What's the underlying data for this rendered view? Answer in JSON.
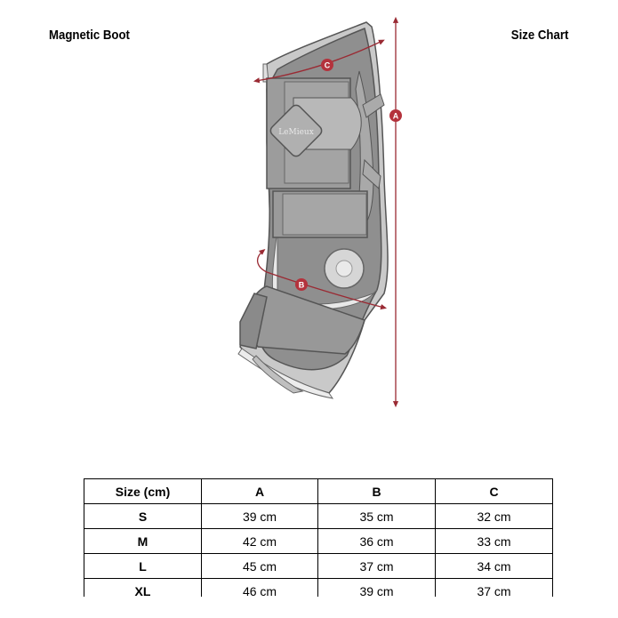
{
  "header": {
    "left_title": "Magnetic Boot",
    "right_title": "Size Chart"
  },
  "diagram": {
    "brand_logo": "LeMieux",
    "markers": [
      "A",
      "B",
      "C"
    ],
    "colors": {
      "marker": "#b4323c",
      "line": "#9a2a33",
      "boot_dark": "#8f8f8f",
      "boot_light": "#bdbdbd",
      "outline": "#555555"
    }
  },
  "table": {
    "headers": [
      "Size (cm)",
      "A",
      "B",
      "C"
    ],
    "rows": [
      [
        "S",
        "39 cm",
        "35 cm",
        "32 cm"
      ],
      [
        "M",
        "42 cm",
        "36 cm",
        "33 cm"
      ],
      [
        "L",
        "45 cm",
        "37 cm",
        "34 cm"
      ],
      [
        "XL",
        "46 cm",
        "39 cm",
        "37 cm"
      ]
    ]
  }
}
